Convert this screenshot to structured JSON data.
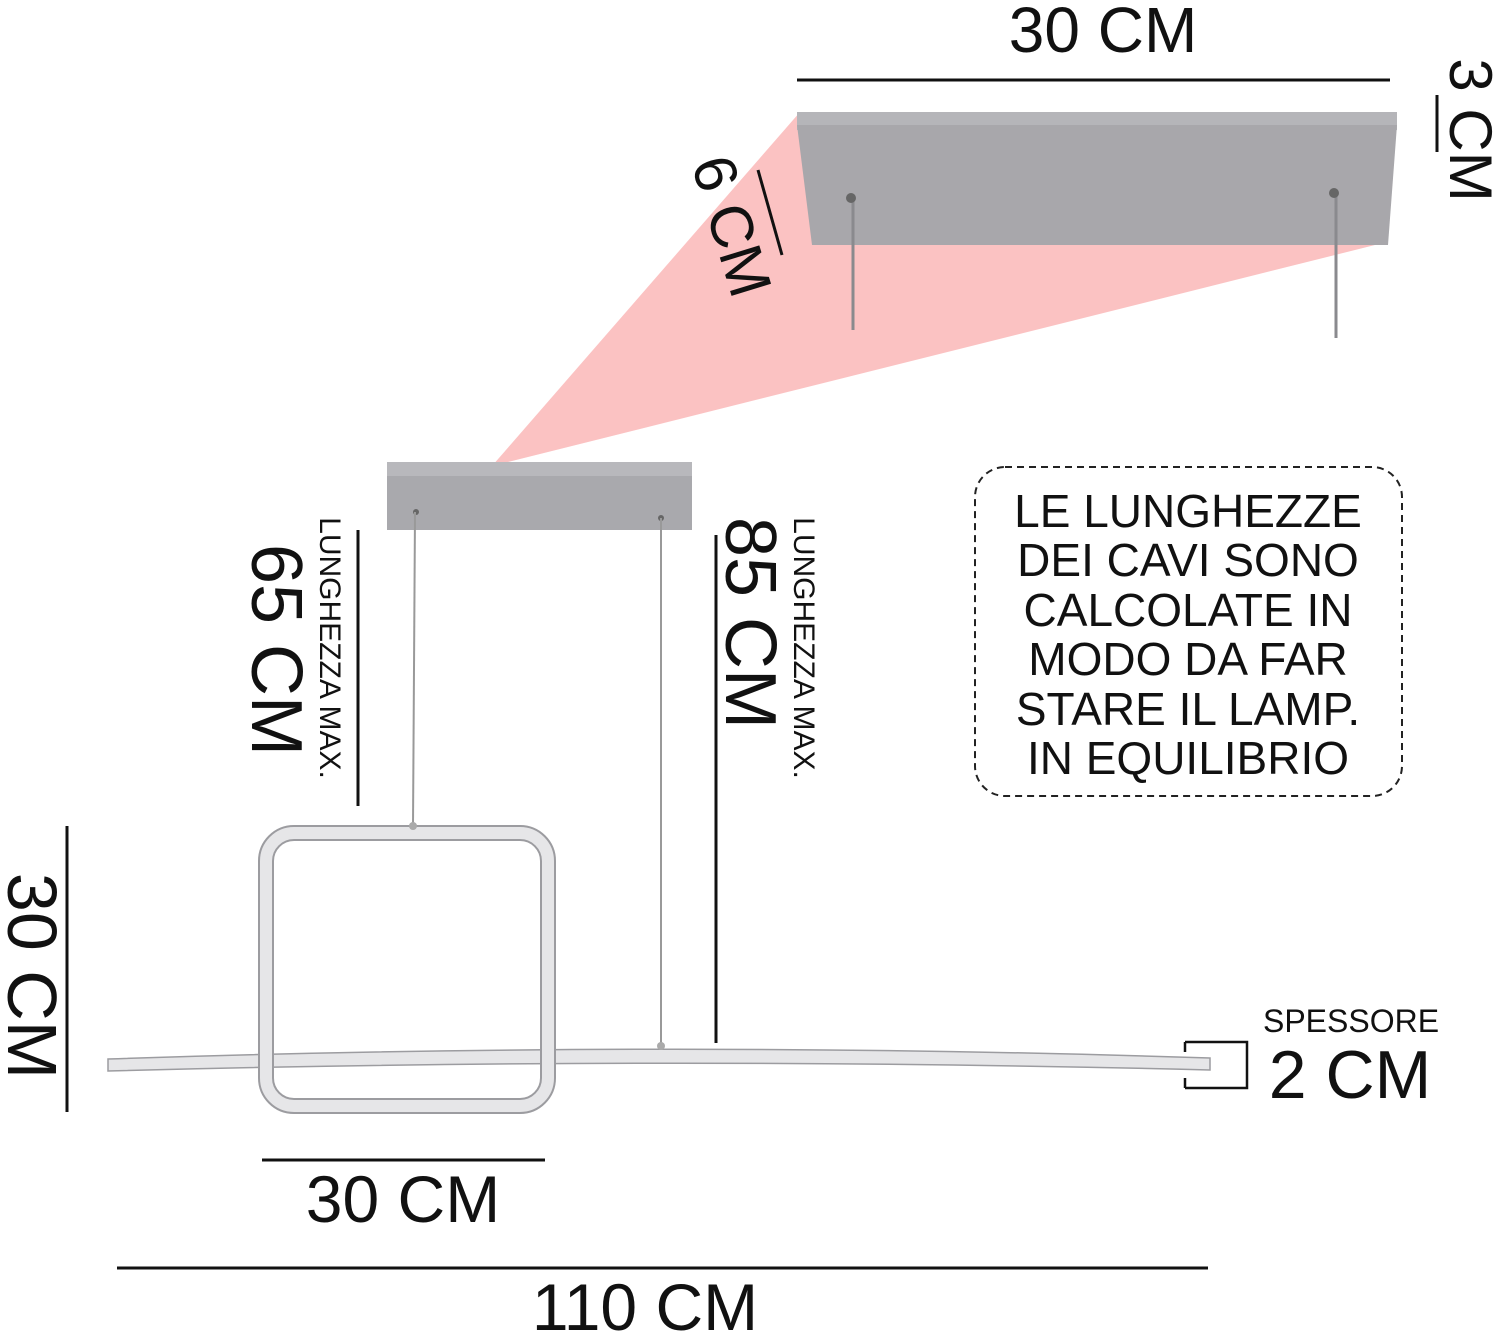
{
  "dimensions": {
    "canopy_length": "30 CM",
    "canopy_height": "3 CM",
    "canopy_depth": "6 CM",
    "cable_left_caption": "LUNGHEZZA MAX.",
    "cable_left_value": "65 CM",
    "cable_right_caption": "LUNGHEZZA MAX.",
    "cable_right_value": "85 CM",
    "square_height": "30 CM",
    "square_width": "30 CM",
    "total_length": "110 CM",
    "thickness_caption": "SPESSORE",
    "thickness_value": "2 CM"
  },
  "note": {
    "lines": [
      "LE LUNGHEZZE",
      "DEI CAVI SONO",
      "CALCOLATE IN",
      "MODO DA FAR",
      "STARE IL LAMP.",
      "IN EQUILIBRIO"
    ]
  },
  "colors": {
    "highlight": "#fbc2c2",
    "metal": "#a9a9ad",
    "lamp": "#e6e6e8"
  }
}
